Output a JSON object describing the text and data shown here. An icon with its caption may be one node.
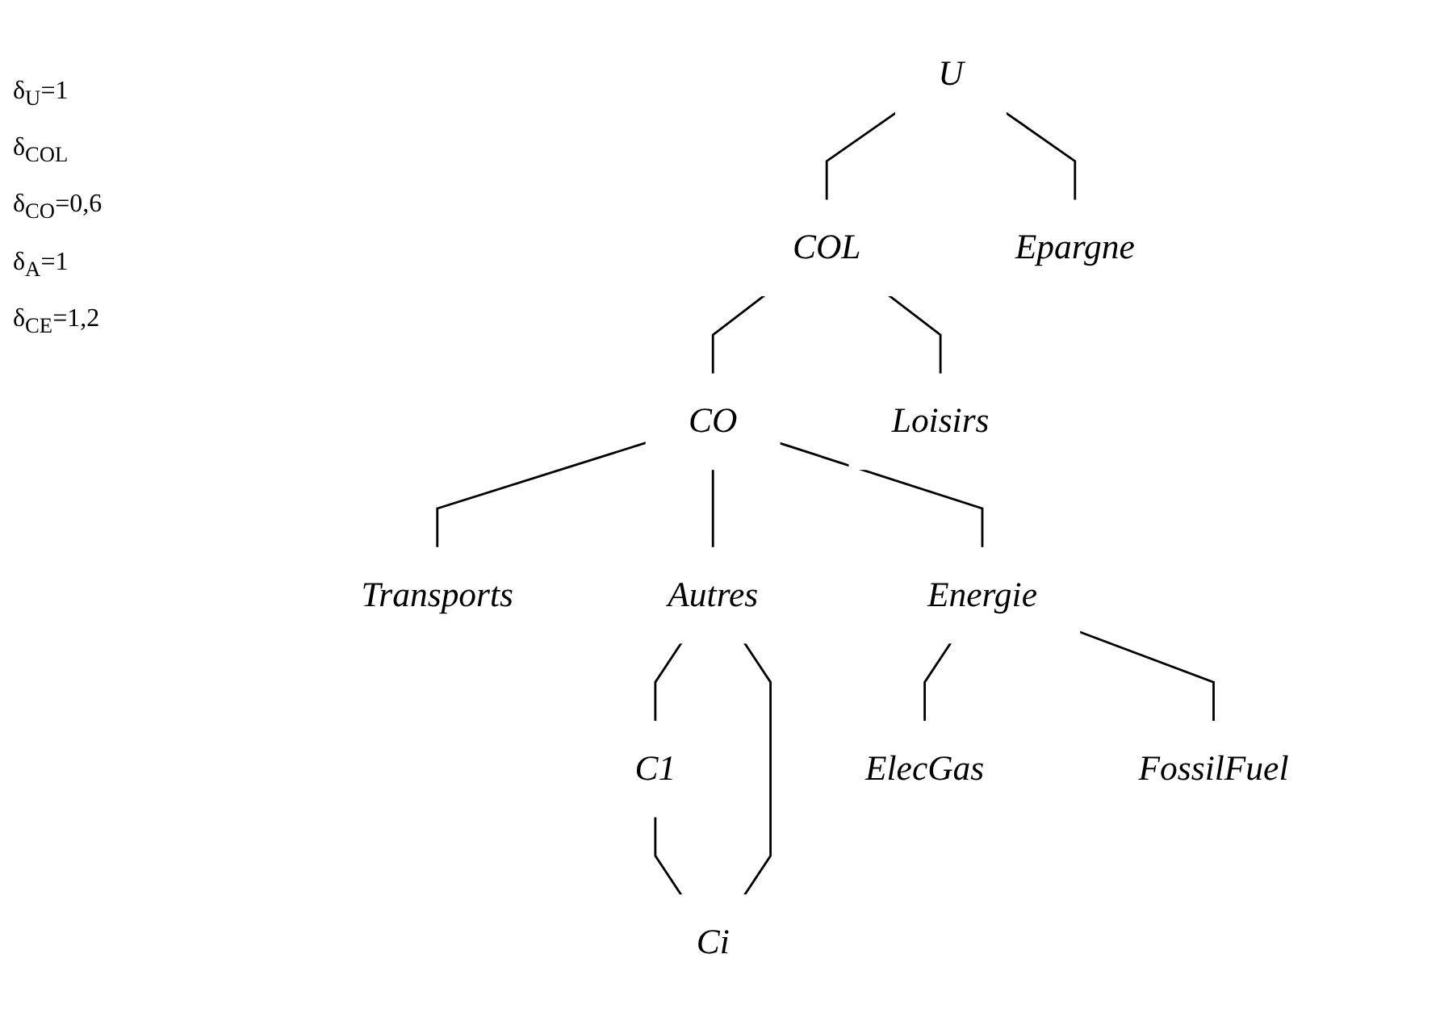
{
  "diagram": {
    "nodes": [
      {
        "text": [
          "U"
        ]
      },
      {
        "text": [
          "COL"
        ]
      },
      {
        "text": [
          "Epargne"
        ]
      },
      {
        "text": [
          "CO"
        ]
      },
      {
        "text": [
          "Loisirs"
        ]
      },
      {
        "text": [
          "Transports"
        ]
      },
      {
        "text": [
          "Autres"
        ]
      },
      {
        "text": [
          "Energie"
        ]
      },
      {
        "text": [
          "C1"
        ]
      },
      {
        "text": [
          "Ci"
        ]
      },
      {
        "text": [
          "ElecGas"
        ]
      },
      {
        "text": [
          "FossilFuel"
        ]
      }
    ],
    "edges": [
      {
        "from": 0,
        "to": 1,
        "arrow": "none"
      },
      {
        "from": 0,
        "to": 2,
        "arrow": "none"
      },
      {
        "from": 1,
        "to": 3,
        "arrow": "none"
      },
      {
        "from": 1,
        "to": 4,
        "arrow": "none"
      },
      {
        "from": 3,
        "to": 5,
        "arrow": "none"
      },
      {
        "from": 3,
        "to": 6,
        "arrow": "none"
      },
      {
        "from": 3,
        "to": 7,
        "arrow": "none"
      },
      {
        "from": 6,
        "to": 8,
        "arrow": "none"
      },
      {
        "from": 6,
        "to": 9,
        "arrow": "none"
      },
      {
        "from": 7,
        "to": 10,
        "arrow": "none"
      },
      {
        "from": 7,
        "to": 11,
        "arrow": "none"
      },
      {
        "from": 8,
        "to": 9,
        "arrow": "none"
      }
    ],
    "labels": [
      "δ$_{U}$=1",
      "δ$_{COL}$",
      "δ$_{CO}$=0,6",
      "δ$_{A}$=1",
      "δ$_{CE}$=1,2"
    ]
  }
}
